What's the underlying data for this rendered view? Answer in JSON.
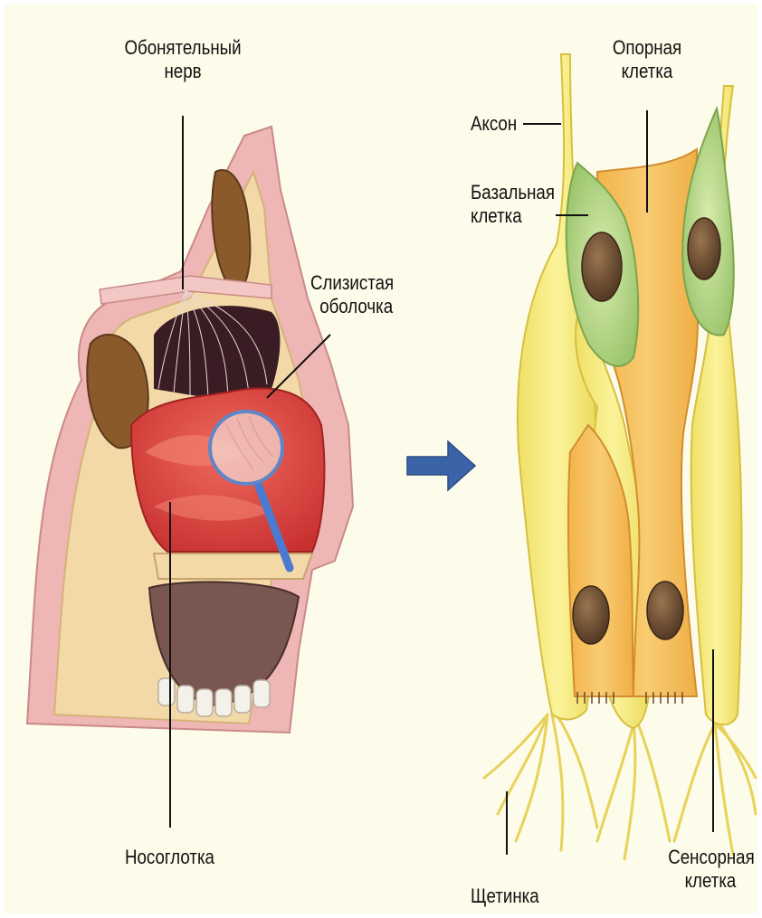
{
  "labels": {
    "olfactory_nerve": [
      "Обонятельный",
      "нерв"
    ],
    "mucosa": [
      "Слизистая",
      "оболочка"
    ],
    "nasopharynx": "Носоглотка",
    "axon": "Аксон",
    "supporting_cell": [
      "Опорная",
      "клетка"
    ],
    "basal_cell": [
      "Базальная",
      "клетка"
    ],
    "bristle": "Щетинка",
    "sensory_cell": [
      "Сенсорная",
      "клетка"
    ]
  },
  "colors": {
    "page_bg": "#fdfbe9",
    "mucosa_red": "#dd3a3a",
    "bone": "#f4d9a8",
    "skin_pink": "#eeb6b4",
    "sinus_brown": "#8b5a2b",
    "sensory_yellow": "#f6ea72",
    "supporting_orange": "#f5bd55",
    "basal_green": "#bcd98d",
    "nucleus_brown": "#6b4a2e",
    "arrow_blue": "#3b64a8",
    "magnifier_blue": "#4b7bd0"
  },
  "icons": {
    "arrow": "right-arrow-icon",
    "magnifier": "magnifier-icon"
  }
}
